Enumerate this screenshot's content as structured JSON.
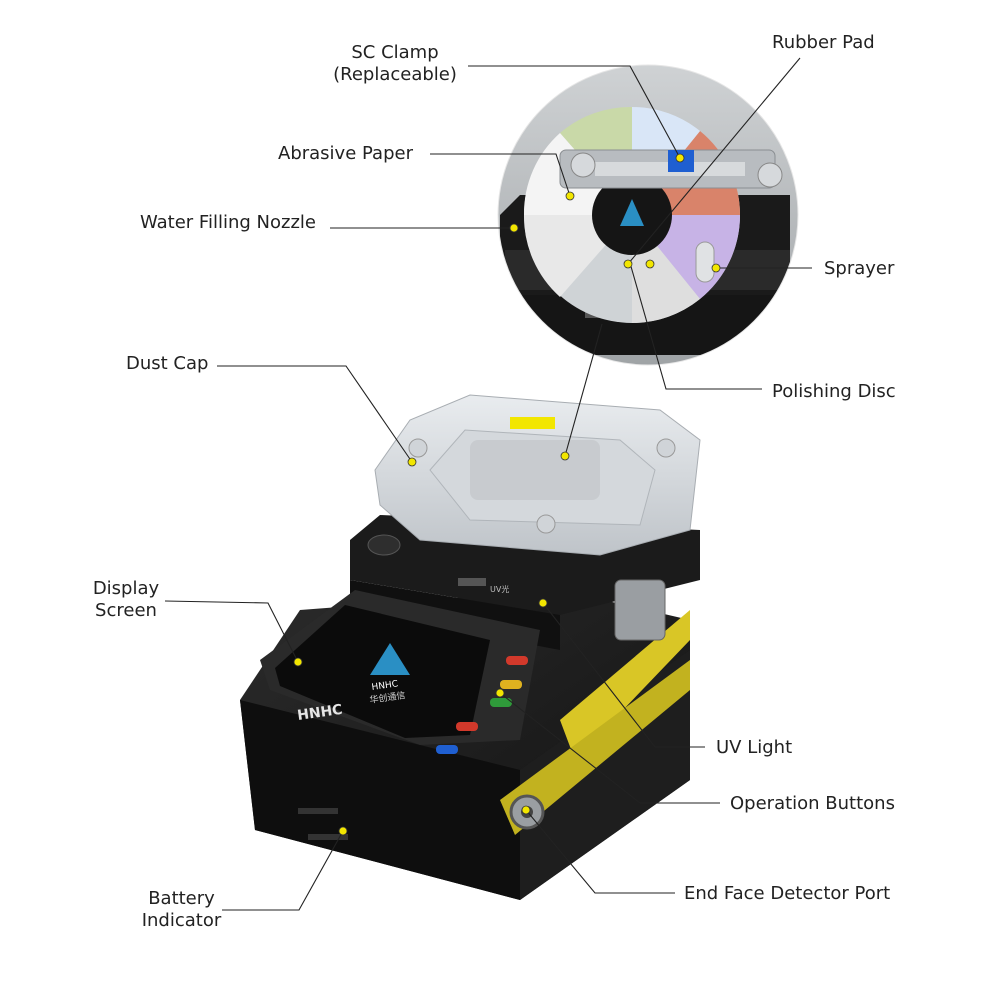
{
  "labels": {
    "sc_clamp": [
      "SC Clamp",
      "(Replaceable)"
    ],
    "rubber_pad": "Rubber Pad",
    "abrasive_paper": "Abrasive Paper",
    "water_filling_nozzle": "Water Filling Nozzle",
    "sprayer": "Sprayer",
    "dust_cap": "Dust Cap",
    "polishing_disc": "Polishing Disc",
    "display_screen": [
      "Display",
      "Screen"
    ],
    "uv_light": "UV Light",
    "operation_buttons": "Operation Buttons",
    "end_face_detector_port": "End Face Detector Port",
    "battery_indicator": [
      "Battery",
      "Indicator"
    ]
  },
  "device": {
    "brand": "HNHC",
    "screen_brand": "HNHC",
    "screen_subtitle": "华创通信",
    "uv_marking": "UV光"
  },
  "colors": {
    "body": "#1c1c1c",
    "accent_yellow": "#d9c626",
    "callout_line": "#222222",
    "marker_dot": "#f2e600",
    "screen_logo": "#2a8fc4"
  }
}
